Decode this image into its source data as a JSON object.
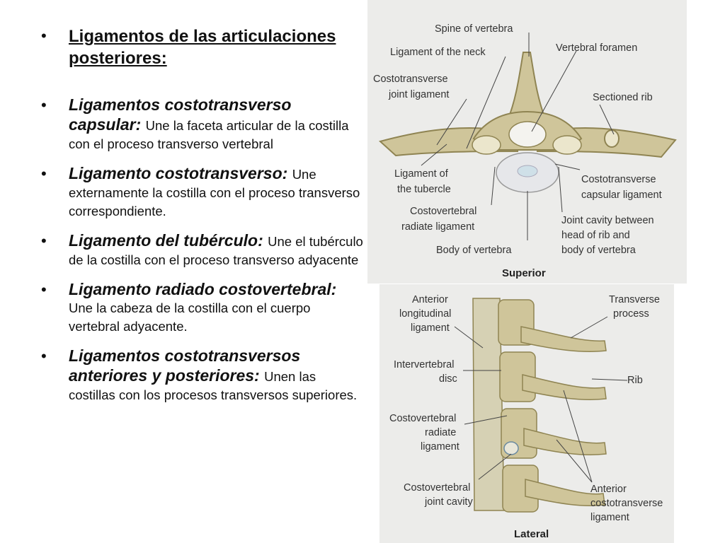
{
  "slide": {
    "heading": "Ligamentos de las articulaciones posteriores:",
    "items": [
      {
        "term": "Ligamentos costotransverso capsular:",
        "desc": "Une la faceta articular de la costilla con el proceso transverso vertebral"
      },
      {
        "term": "Ligamento costotransverso:",
        "desc": "Une externamente la costilla con el proceso transverso correspondiente."
      },
      {
        "term": "Ligamento del tubérculo:",
        "desc": "Une el tubérculo de la costilla con el proceso transverso adyacente"
      },
      {
        "term": "Ligamento radiado costovertebral:",
        "desc": "Une la cabeza de la costilla con el cuerpo vertebral adyacente."
      },
      {
        "term": "Ligamentos costotransversos anteriores y posteriores:",
        "desc": "Unen las costillas con los procesos transversos superiores."
      }
    ],
    "bullet": "•"
  },
  "figure_top": {
    "caption": "Superior",
    "labels": {
      "spine": "Spine of vertebra",
      "neck_lig": "Ligament of the neck",
      "foramen": "Vertebral foramen",
      "costo_joint_1": "Costotransverse",
      "costo_joint_2": "joint ligament",
      "sectioned_rib": "Sectioned rib",
      "tubercle_1": "Ligament of",
      "tubercle_2": "the tubercle",
      "capsular_1": "Costotransverse",
      "capsular_2": "capsular ligament",
      "radiate_1": "Costovertebral",
      "radiate_2": "radiate ligament",
      "cavity_1": "Joint cavity between",
      "cavity_2": "head of rib and",
      "cavity_3": "body of vertebra",
      "body": "Body of vertebra"
    }
  },
  "figure_bottom": {
    "caption": "Lateral",
    "labels": {
      "ant_long_1": "Anterior",
      "ant_long_2": "longitudinal",
      "ant_long_3": "ligament",
      "transverse_1": "Transverse",
      "transverse_2": "process",
      "disc_1": "Intervertebral",
      "disc_2": "disc",
      "rib": "Rib",
      "radiate_1": "Costovertebral",
      "radiate_2": "radiate",
      "radiate_3": "ligament",
      "cavity_1": "Costovertebral",
      "cavity_2": "joint cavity",
      "ant_costo_1": "Anterior",
      "ant_costo_2": "costotransverse",
      "ant_costo_3": "ligament"
    }
  },
  "colors": {
    "bone": "#cfc59a",
    "bone_dark": "#8f8452",
    "panel_bg": "#ececea",
    "text": "#111111"
  }
}
